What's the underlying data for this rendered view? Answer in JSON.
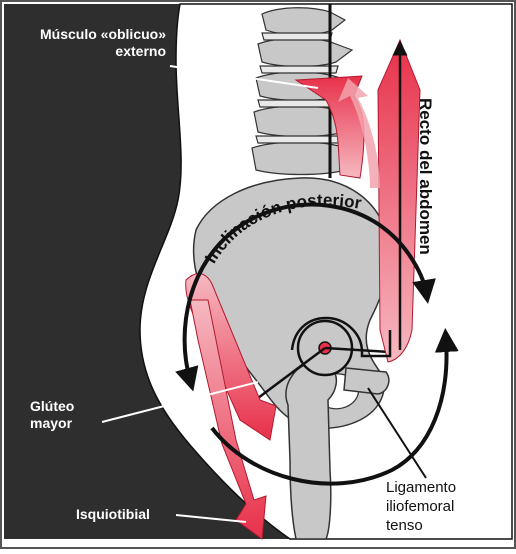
{
  "labels": {
    "musculo_oblicuo_line1": "Músculo «oblicuo»",
    "musculo_oblicuo_line2": "externo",
    "recto_abdomen": "Recto del abdomen",
    "inclinacion_posterior": "Inclinación posterior",
    "gluteo_line1": "Glúteo",
    "gluteo_line2": "mayor",
    "isquiotibial": "Isquiotibial",
    "ligamento_line1": "Ligamento",
    "ligamento_line2": "iliofemoral",
    "ligamento_line3": "tenso"
  },
  "colors": {
    "background_dark": "#2e2e2e",
    "body_fill": "#ffffff",
    "bone_fill": "#c8c8c8",
    "muscle_red": "#e8304a",
    "muscle_pink": "#f2a3ad",
    "outline": "#111111",
    "frame": "#555555"
  }
}
